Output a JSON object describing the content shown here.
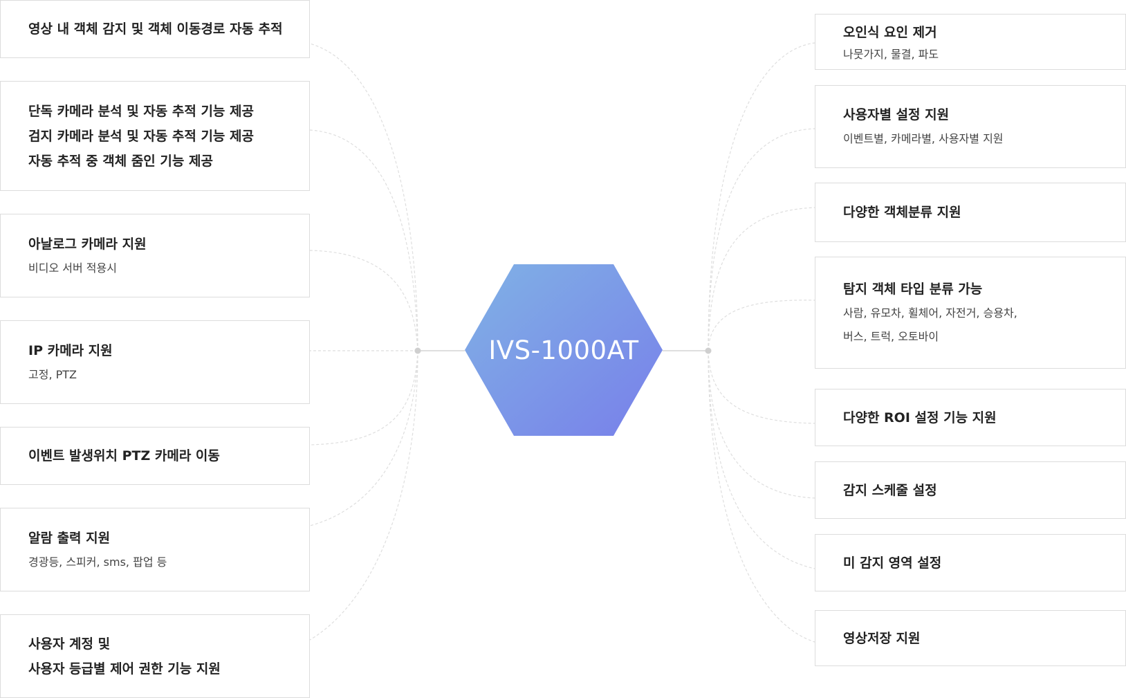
{
  "center": {
    "title": "IVS-1000AT"
  },
  "left_items": [
    {
      "lines": [
        "영상 내 객체 감지 및 객체 이동경로 자동 추적"
      ],
      "sub": ""
    },
    {
      "lines": [
        "단독 카메라 분석 및 자동 추적 기능 제공",
        "검지 카메라 분석 및 자동 추적 기능 제공",
        "자동 추적 중 객체 줌인 기능 제공"
      ],
      "sub": ""
    },
    {
      "lines": [
        "아날로그 카메라 지원"
      ],
      "sub": "비디오 서버 적용시"
    },
    {
      "lines": [
        "IP 카메라 지원"
      ],
      "sub": "고정, PTZ"
    },
    {
      "lines": [
        "이벤트 발생위치 PTZ 카메라 이동"
      ],
      "sub": ""
    },
    {
      "lines": [
        "알람 출력 지원"
      ],
      "sub": "경광등, 스피커, sms, 팝업 등"
    },
    {
      "lines": [
        "사용자 계정 및",
        "사용자 등급별 제어 권한 기능 지원"
      ],
      "sub": ""
    }
  ],
  "right_items": [
    {
      "lines": [
        "오인식 요인 제거"
      ],
      "sub": [
        "나뭇가지, 물결, 파도"
      ]
    },
    {
      "lines": [
        "사용자별 설정 지원"
      ],
      "sub": [
        "이벤트별, 카메라별,  사용자별 지원"
      ]
    },
    {
      "lines": [
        "다양한 객체분류 지원"
      ],
      "sub": []
    },
    {
      "lines": [
        "탐지 객체 타입 분류 가능"
      ],
      "sub": [
        "사람, 유모차, 휠체어, 자전거, 승용차,",
        "버스, 트럭, 오토바이"
      ]
    },
    {
      "lines": [
        "다양한 ROI 설정 기능 지원"
      ],
      "sub": []
    },
    {
      "lines": [
        "감지 스케줄 설정"
      ],
      "sub": []
    },
    {
      "lines": [
        "미 감지 영역 설정"
      ],
      "sub": []
    },
    {
      "lines": [
        "영상저장 지원"
      ],
      "sub": []
    }
  ],
  "colors": {
    "hex_start": "#7fb0e6",
    "hex_end": "#7a82ea",
    "line": "#d9d9d9",
    "node": "#cfcfcf"
  }
}
